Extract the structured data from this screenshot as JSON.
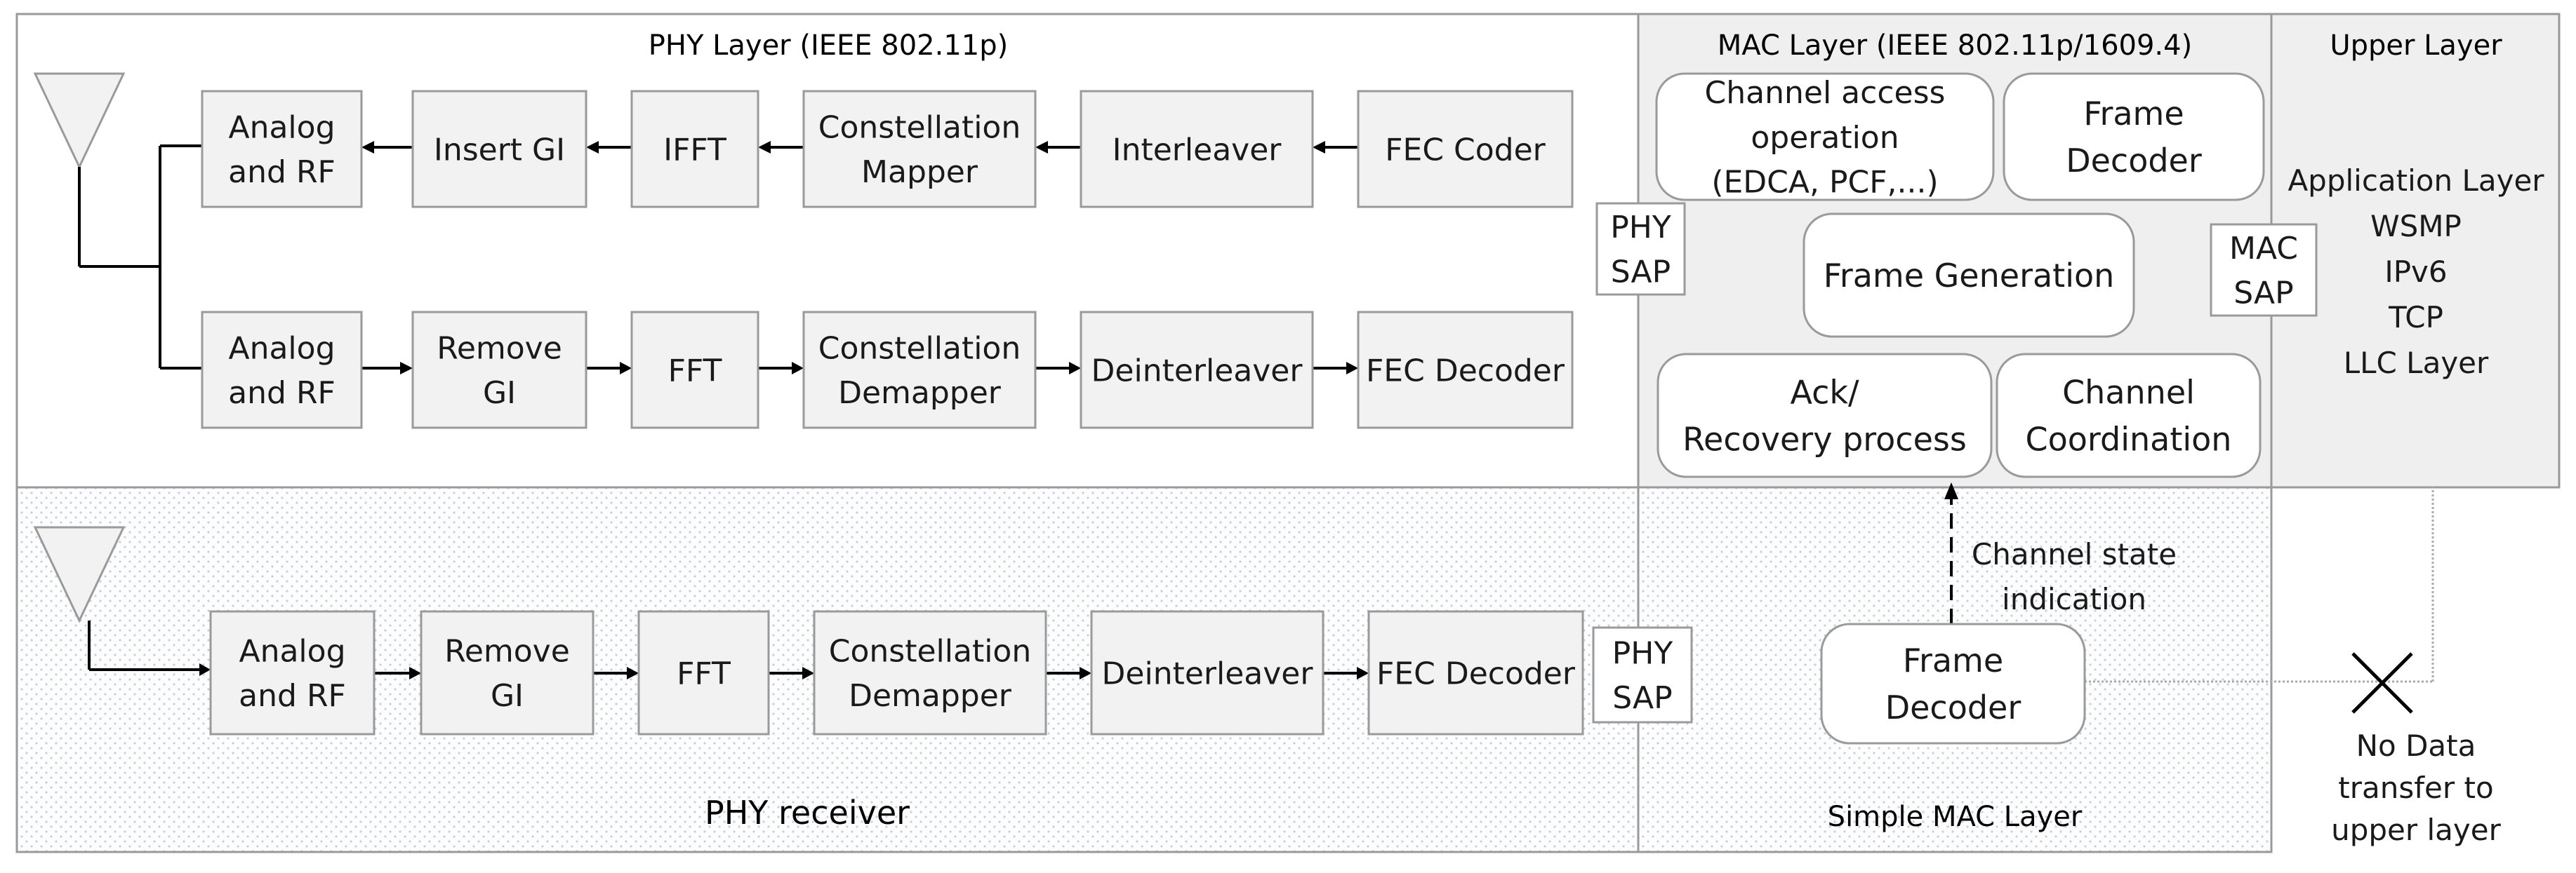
{
  "sections": {
    "phy_layer": "PHY Layer (IEEE 802.11p)",
    "mac_layer": "MAC Layer (IEEE 802.11p/1609.4)",
    "upper_layer": "Upper Layer",
    "phy_receiver": "PHY receiver",
    "simple_mac": "Simple MAC Layer"
  },
  "tx_chain": [
    [
      "Analog",
      "and RF"
    ],
    [
      "Insert GI"
    ],
    [
      "IFFT"
    ],
    [
      "Constellation",
      "Mapper"
    ],
    [
      "Interleaver"
    ],
    [
      "FEC Coder"
    ]
  ],
  "rx_chain": [
    [
      "Analog",
      "and RF"
    ],
    [
      "Remove",
      "GI"
    ],
    [
      "FFT"
    ],
    [
      "Constellation",
      "Demapper"
    ],
    [
      "Deinterleaver"
    ],
    [
      "FEC Decoder"
    ]
  ],
  "rx2_chain": [
    [
      "Analog",
      "and RF"
    ],
    [
      "Remove",
      "GI"
    ],
    [
      "FFT"
    ],
    [
      "Constellation",
      "Demapper"
    ],
    [
      "Deinterleaver"
    ],
    [
      "FEC Decoder"
    ]
  ],
  "sap": {
    "phy_top": [
      "PHY",
      "SAP"
    ],
    "mac": [
      "MAC",
      "SAP"
    ],
    "phy_bottom": [
      "PHY",
      "SAP"
    ]
  },
  "mac_blocks": {
    "channel_access": [
      "Channel access",
      "operation",
      "(EDCA, PCF,...)"
    ],
    "frame_decoder": [
      "Frame",
      "Decoder"
    ],
    "frame_generation": [
      "Frame Generation"
    ],
    "ack_recovery": [
      "Ack/",
      "Recovery process"
    ],
    "channel_coordination": [
      "Channel",
      "Coordination"
    ]
  },
  "upper_stack": [
    "Application Layer",
    "WSMP",
    "IPv6",
    "TCP",
    "LLC Layer"
  ],
  "simple_mac": {
    "frame_decoder": [
      "Frame",
      "Decoder"
    ],
    "channel_state": [
      "Channel state",
      "indication"
    ],
    "no_transfer": [
      "No Data",
      "transfer to",
      "upper layer"
    ]
  },
  "colors": {
    "block_fill": "#f2f2f2",
    "mac_fill": "#efefef",
    "border": "#9a9a9a",
    "arrow": "#000000",
    "dots": "#c6cfe0"
  }
}
